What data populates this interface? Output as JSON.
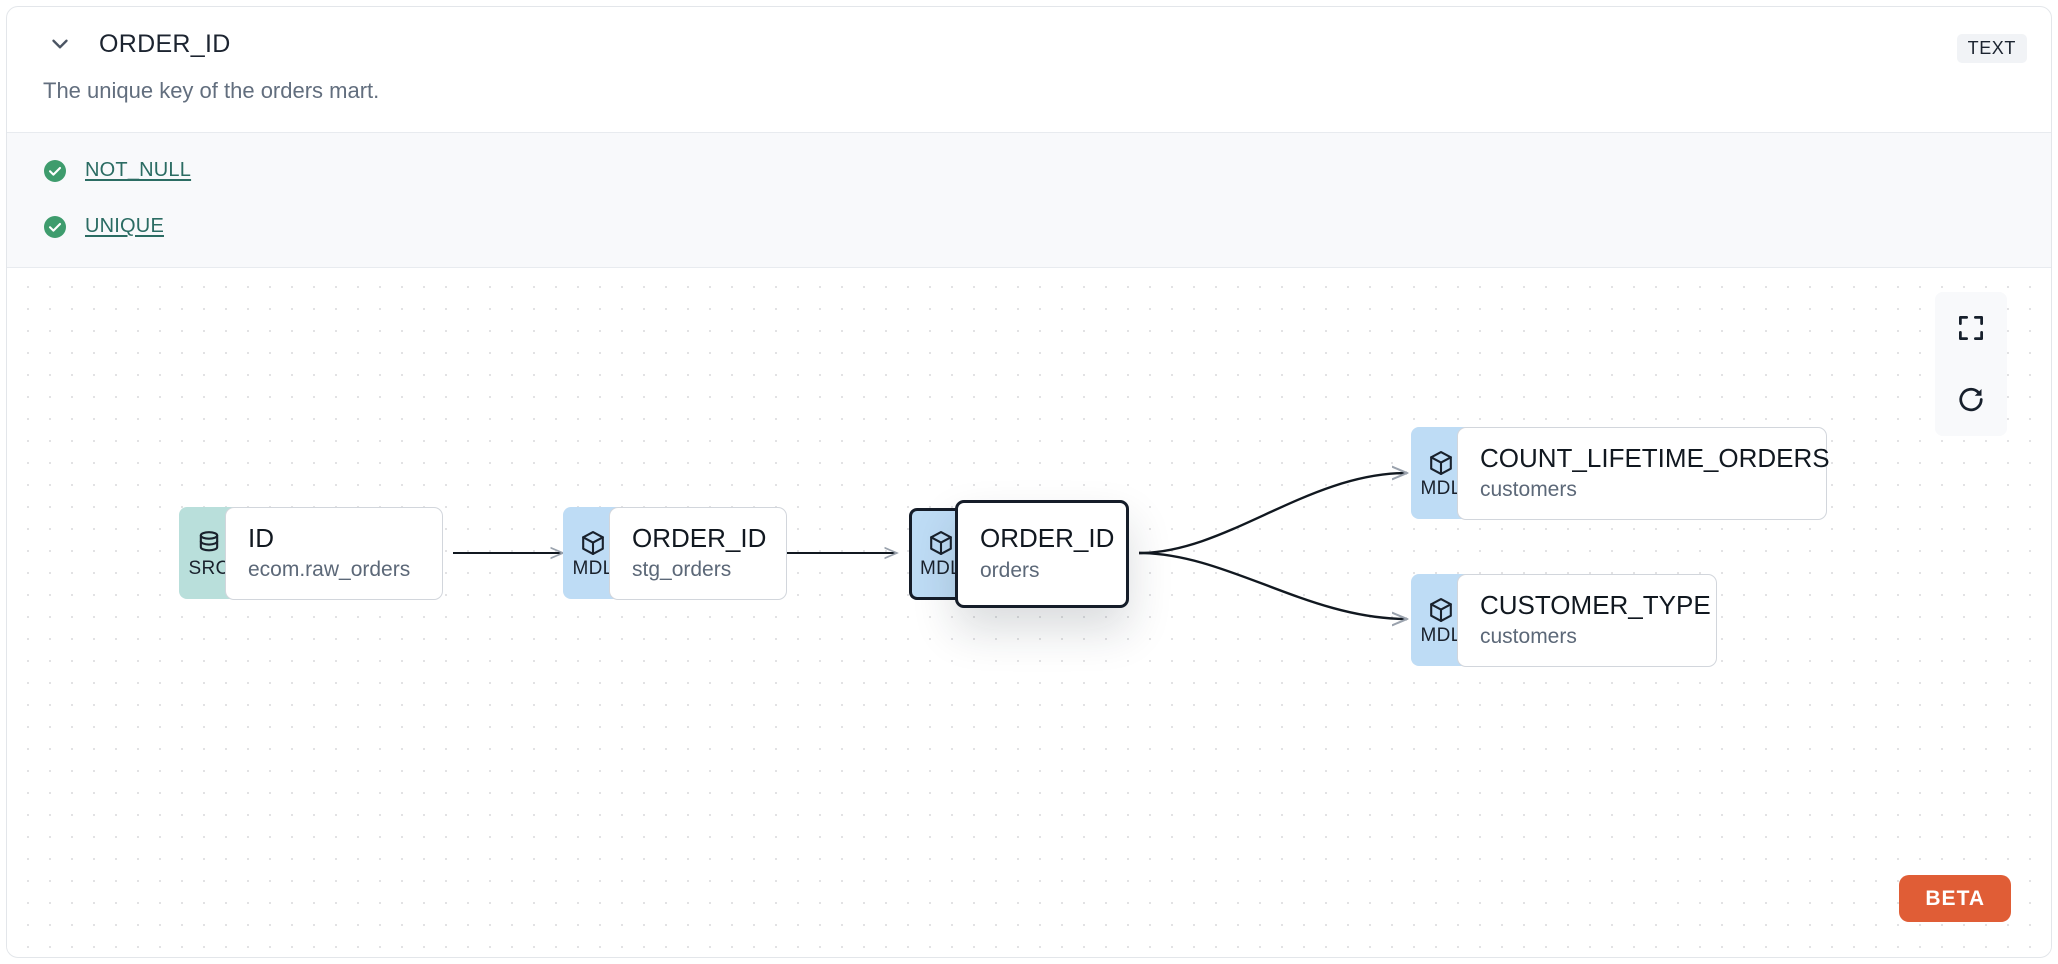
{
  "header": {
    "collapse_icon": "chevron-down-icon",
    "title": "ORDER_ID",
    "type_badge": "TEXT"
  },
  "description": "The unique key of the orders mart.",
  "tests": [
    {
      "icon": "check-circle-icon",
      "label": "NOT_NULL",
      "status": "passing"
    },
    {
      "icon": "check-circle-icon",
      "label": "UNIQUE",
      "status": "passing"
    }
  ],
  "lineage": {
    "nodes": [
      {
        "id": "n1",
        "badge": "SRC",
        "badge_icon": "database-icon",
        "name": "ID",
        "source": "ecom.raw_orders",
        "selected": false
      },
      {
        "id": "n2",
        "badge": "MDL",
        "badge_icon": "cube-icon",
        "name": "ORDER_ID",
        "source": "stg_orders",
        "selected": false
      },
      {
        "id": "n3",
        "badge": "MDL",
        "badge_icon": "cube-icon",
        "name": "ORDER_ID",
        "source": "orders",
        "selected": true
      },
      {
        "id": "n4",
        "badge": "MDL",
        "badge_icon": "cube-icon",
        "name": "COUNT_LIFETIME_ORDERS",
        "source": "customers",
        "selected": false
      },
      {
        "id": "n5",
        "badge": "MDL",
        "badge_icon": "cube-icon",
        "name": "CUSTOMER_TYPE",
        "source": "customers",
        "selected": false
      }
    ],
    "edges": [
      {
        "from": "n1",
        "to": "n2"
      },
      {
        "from": "n2",
        "to": "n3"
      },
      {
        "from": "n3",
        "to": "n4"
      },
      {
        "from": "n3",
        "to": "n5"
      }
    ]
  },
  "controls": [
    {
      "name": "fullscreen-icon",
      "label": "Fit view"
    },
    {
      "name": "refresh-icon",
      "label": "Reload"
    }
  ],
  "beta_badge": "BETA",
  "colors": {
    "src_badge": "#b9dfdb",
    "mdl_badge": "#bedcf5",
    "test_pass": "#3e9c6d",
    "test_link": "#2b6c63",
    "beta": "#e05d36",
    "type_badge_bg": "#f1f3f6",
    "selected_border": "#151d29"
  }
}
